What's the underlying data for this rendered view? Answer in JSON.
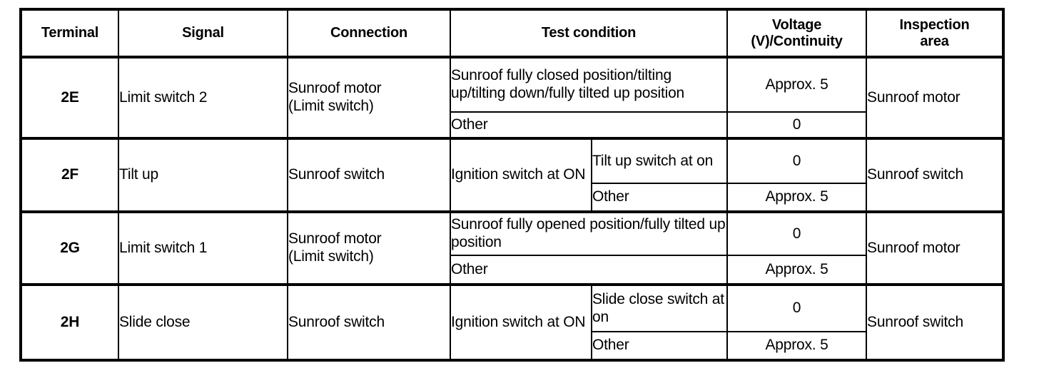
{
  "table": {
    "headers": [
      {
        "key": "terminal",
        "label": "Terminal"
      },
      {
        "key": "signal",
        "label": "Signal"
      },
      {
        "key": "connection",
        "label": "Connection"
      },
      {
        "key": "test_condition",
        "label": "Test condition"
      },
      {
        "key": "voltage",
        "label": "Voltage\n(V)/Continuity"
      },
      {
        "key": "inspection_area",
        "label": "Inspection\narea"
      }
    ],
    "header_voltage_line1": "Voltage",
    "header_voltage_line2": "(V)/Continuity",
    "header_inspection_line1": "Inspection",
    "header_inspection_line2": "area",
    "rows": [
      {
        "terminal": "2E",
        "signal": "Limit switch 2",
        "connection": "Sunroof motor\n(Limit switch)",
        "connection_line1": "Sunroof motor",
        "connection_line2": "(Limit switch)",
        "inspection_area": "Sunroof motor",
        "conditions": [
          {
            "condition_main": "",
            "condition_text": "Sunroof fully closed position/tilting up/tilting down/fully tilted up position",
            "voltage": "Approx. 5"
          },
          {
            "condition_main": "",
            "condition_text": "Other",
            "voltage": "0"
          }
        ]
      },
      {
        "terminal": "2F",
        "signal": "Tilt up",
        "connection": "Sunroof switch",
        "connection_line1": "Sunroof switch",
        "connection_line2": "",
        "inspection_area": "Sunroof switch",
        "group_condition": "Ignition switch at ON",
        "conditions": [
          {
            "condition_main": "Ignition switch at ON",
            "condition_text": "Tilt up switch at on",
            "voltage": "0"
          },
          {
            "condition_main": "",
            "condition_text": "Other",
            "voltage": "Approx. 5"
          }
        ]
      },
      {
        "terminal": "2G",
        "signal": "Limit switch 1",
        "connection": "Sunroof motor\n(Limit switch)",
        "connection_line1": "Sunroof motor",
        "connection_line2": "(Limit switch)",
        "inspection_area": "Sunroof motor",
        "conditions": [
          {
            "condition_main": "",
            "condition_text": "Sunroof fully opened position/fully tilted up position",
            "voltage": "0"
          },
          {
            "condition_main": "",
            "condition_text": "Other",
            "voltage": "Approx. 5"
          }
        ]
      },
      {
        "terminal": "2H",
        "signal": "Slide close",
        "connection": "Sunroof switch",
        "connection_line1": "Sunroof switch",
        "connection_line2": "",
        "inspection_area": "Sunroof switch",
        "group_condition": "Ignition switch at ON",
        "conditions": [
          {
            "condition_main": "Ignition switch at ON",
            "condition_text": "Slide close switch at on",
            "voltage": "0"
          },
          {
            "condition_main": "",
            "condition_text": "Other",
            "voltage": "Approx. 5"
          }
        ]
      }
    ]
  },
  "colors": {
    "border": "#000000",
    "text": "#000000",
    "background": "#ffffff"
  }
}
